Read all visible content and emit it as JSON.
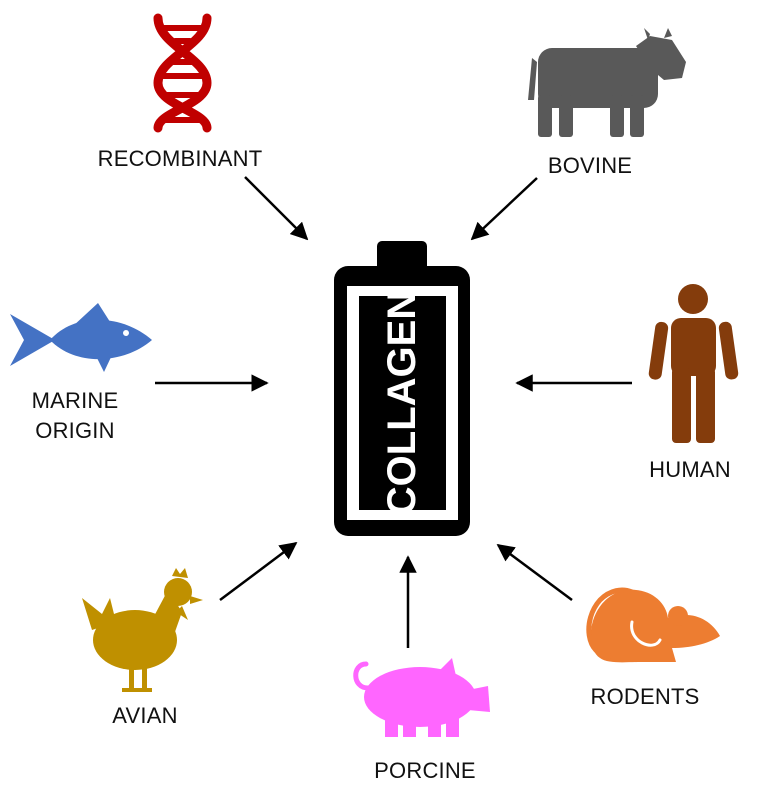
{
  "center": {
    "label": "COLLAGEN"
  },
  "sources": [
    {
      "id": "recombinant",
      "label": "RECOMBINANT",
      "color": "#c00000",
      "icon": "dna-helix-icon"
    },
    {
      "id": "bovine",
      "label": "BOVINE",
      "color": "#595959",
      "icon": "cow-icon"
    },
    {
      "id": "marine",
      "label_lines": [
        "MARINE",
        "ORIGIN"
      ],
      "color": "#4472c4",
      "icon": "fish-icon"
    },
    {
      "id": "human",
      "label": "HUMAN",
      "color": "#843c0c",
      "icon": "human-figure-icon"
    },
    {
      "id": "avian",
      "label": "AVIAN",
      "color": "#bf9000",
      "icon": "chicken-icon"
    },
    {
      "id": "porcine",
      "label": "PORCINE",
      "color": "#ff66ff",
      "icon": "pig-icon"
    },
    {
      "id": "rodents",
      "label": "RODENTS",
      "color": "#ed7d31",
      "icon": "rat-icon"
    }
  ],
  "arrow_color": "#000000"
}
